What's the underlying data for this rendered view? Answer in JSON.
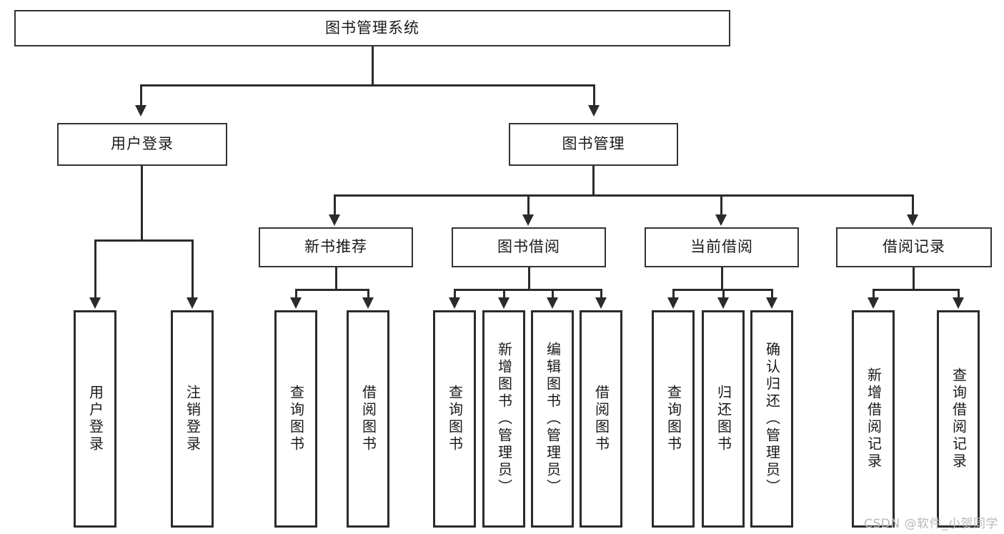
{
  "diagram": {
    "title": "图书管理系统",
    "type": "tree",
    "root": {
      "label": "图书管理系统",
      "children": [
        {
          "label": "用户登录",
          "children": [
            {
              "label": "用户登录"
            },
            {
              "label": "注销登录"
            }
          ]
        },
        {
          "label": "图书管理",
          "children": [
            {
              "label": "新书推荐",
              "children": [
                {
                  "label": "查询图书"
                },
                {
                  "label": "借阅图书"
                }
              ]
            },
            {
              "label": "图书借阅",
              "children": [
                {
                  "label": "查询图书"
                },
                {
                  "label": "新增图书（管理员）"
                },
                {
                  "label": "编辑图书（管理员）"
                },
                {
                  "label": "借阅图书"
                }
              ]
            },
            {
              "label": "当前借阅",
              "children": [
                {
                  "label": "查询图书"
                },
                {
                  "label": "归还图书"
                },
                {
                  "label": "确认归还（管理员）"
                }
              ]
            },
            {
              "label": "借阅记录",
              "children": [
                {
                  "label": "新增借阅记录"
                },
                {
                  "label": "查询借阅记录"
                }
              ]
            }
          ]
        }
      ]
    }
  },
  "nodes": {
    "root": "图书管理系统",
    "user_login": "用户登录",
    "book_manage": "图书管理",
    "new_book_rec": "新书推荐",
    "book_borrow": "图书借阅",
    "current_borrow": "当前借阅",
    "borrow_record": "借阅记录",
    "leaf_user_login": "用户登录",
    "leaf_logout": "注销登录",
    "leaf_query_book_1": "查询图书",
    "leaf_borrow_book_1": "借阅图书",
    "leaf_query_book_2": "查询图书",
    "leaf_add_book_admin": "新增图书（管理员）",
    "leaf_edit_book_admin": "编辑图书（管理员）",
    "leaf_borrow_book_2": "借阅图书",
    "leaf_query_book_3": "查询图书",
    "leaf_return_book": "归还图书",
    "leaf_confirm_return_admin": "确认归还（管理员）",
    "leaf_add_record": "新增借阅记录",
    "leaf_query_record": "查询借阅记录"
  },
  "watermark": "CSDN @软件_小贺同学",
  "colors": {
    "background": "#ffffff",
    "box_fill": "#ffffff",
    "box_stroke": "#2b2b2b",
    "text": "#1a1a1a",
    "watermark": "#b9b9b9"
  }
}
